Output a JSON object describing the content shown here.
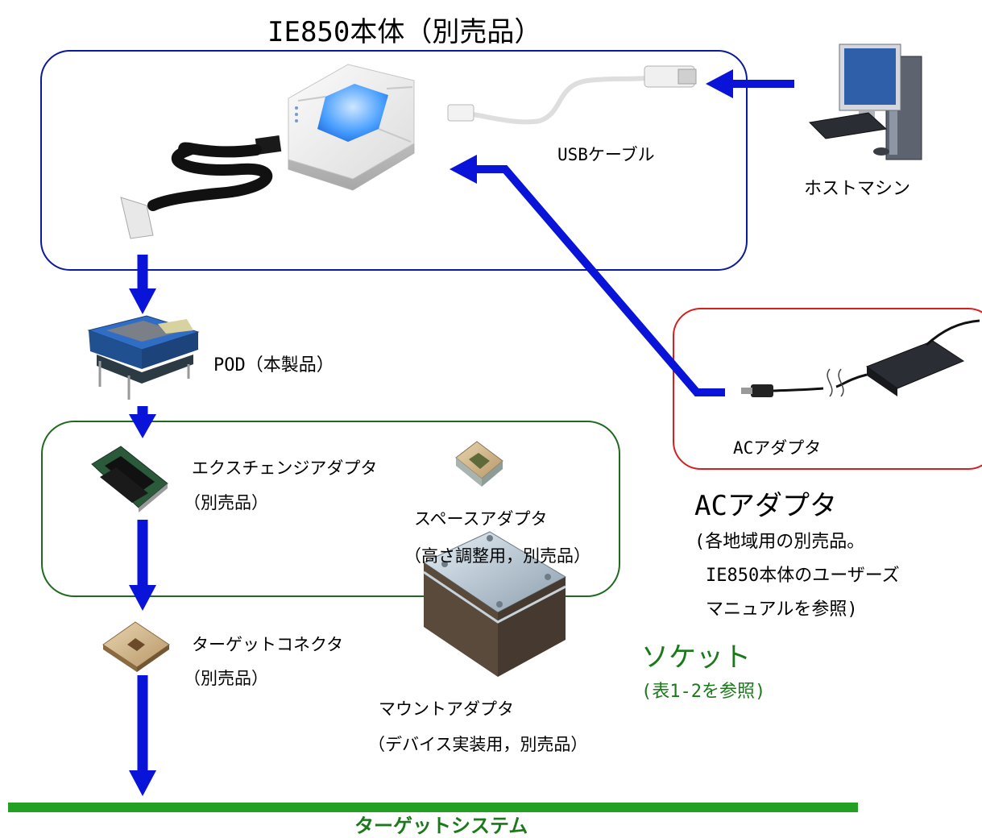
{
  "title": "IE850本体（別売品）",
  "usb_cable_label": "USBケーブル",
  "host_label": "ホストマシン",
  "pod_label": "POD（本製品）",
  "ac_adapter_box_label": "ACアダプタ",
  "ac_note": {
    "heading": "ACアダプタ",
    "lines": [
      "(各地域用の別売品。",
      "IE850本体のユーザーズ",
      "マニュアルを参照)"
    ]
  },
  "exchange_adapter": {
    "name": "エクスチェンジアダプタ",
    "note": "（別売品）"
  },
  "space_adapter": {
    "name": "スペースアダプタ",
    "note": "（高さ調整用，別売品）"
  },
  "target_connector": {
    "name": "ターゲットコネクタ",
    "note": "（別売品）"
  },
  "mount_adapter": {
    "name": "マウントアダプタ",
    "note": "（デバイス実装用，別売品）"
  },
  "socket_note": {
    "heading": "ソケット",
    "ref": "(表1-2を参照)"
  },
  "target_system": "ターゲットシステム",
  "colors": {
    "arrow": "#0a14d8",
    "ie850_box": "#0a1a9c",
    "ac_box": "#d81e1e",
    "socket_box": "#1e6a1e",
    "target_bar": "#22a022",
    "socket_text": "#1a7a1a"
  }
}
